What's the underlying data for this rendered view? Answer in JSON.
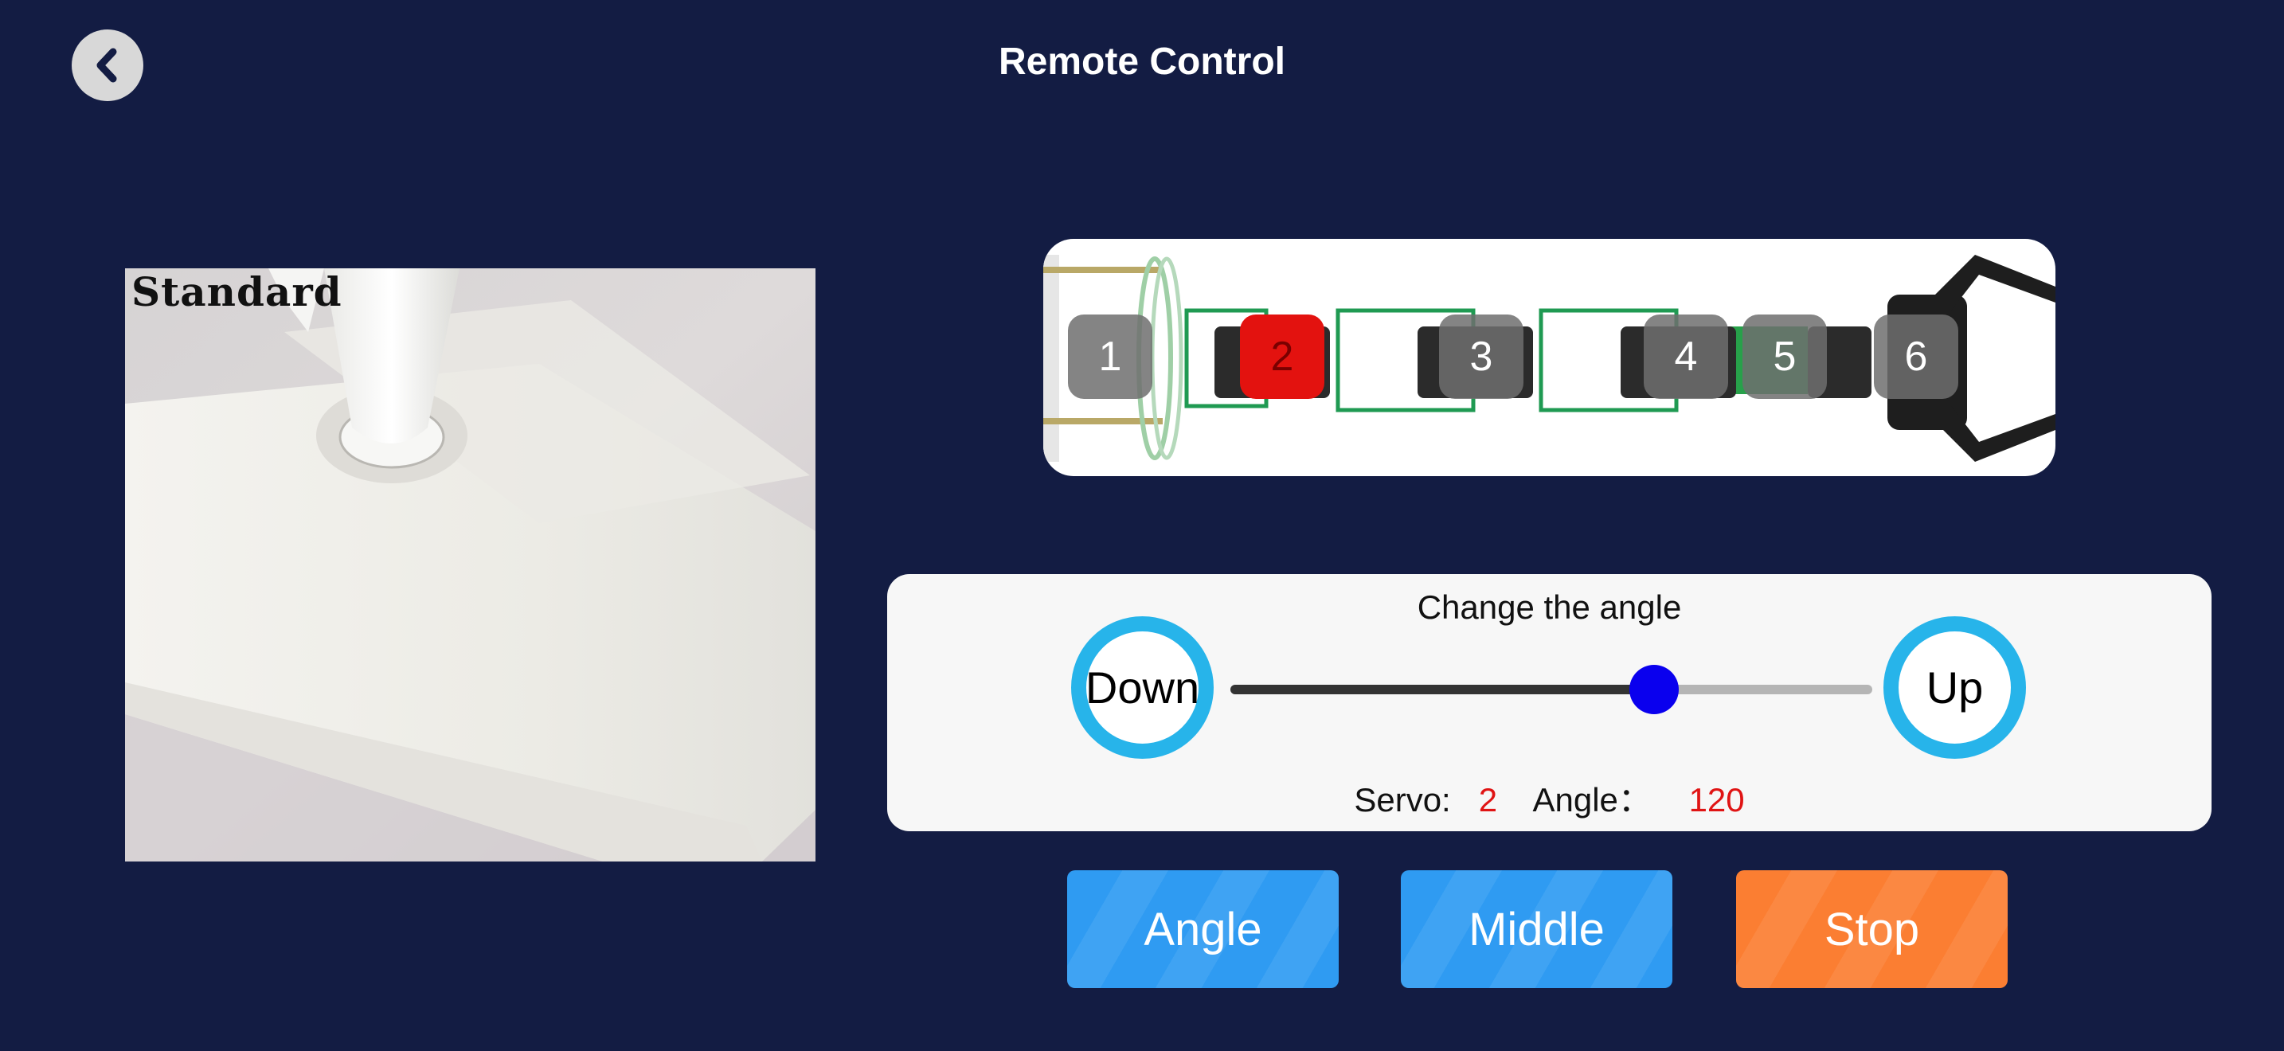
{
  "header": {
    "title": "Remote Control",
    "back_icon": "chevron-left-icon"
  },
  "camera": {
    "label": "Standard"
  },
  "arm": {
    "servos": [
      {
        "label": "1",
        "active": false
      },
      {
        "label": "2",
        "active": true
      },
      {
        "label": "3",
        "active": false
      },
      {
        "label": "4",
        "active": false
      },
      {
        "label": "5",
        "active": false
      },
      {
        "label": "6",
        "active": false
      }
    ],
    "active_color": "#e3120f"
  },
  "angle_card": {
    "title": "Change the angle",
    "down_label": "Down",
    "up_label": "Up",
    "slider_value": 0.66,
    "servo_label": "Servo:",
    "servo_value": "2",
    "angle_label": "Angle：",
    "angle_value": "120"
  },
  "buttons": {
    "angle_label": "Angle",
    "middle_label": "Middle",
    "stop_label": "Stop"
  },
  "colors": {
    "background": "#131c43",
    "ring": "#27b4ea",
    "thumb": "#0a00ee",
    "button_blue": "#2f9bf2",
    "button_orange": "#fb7e32"
  }
}
